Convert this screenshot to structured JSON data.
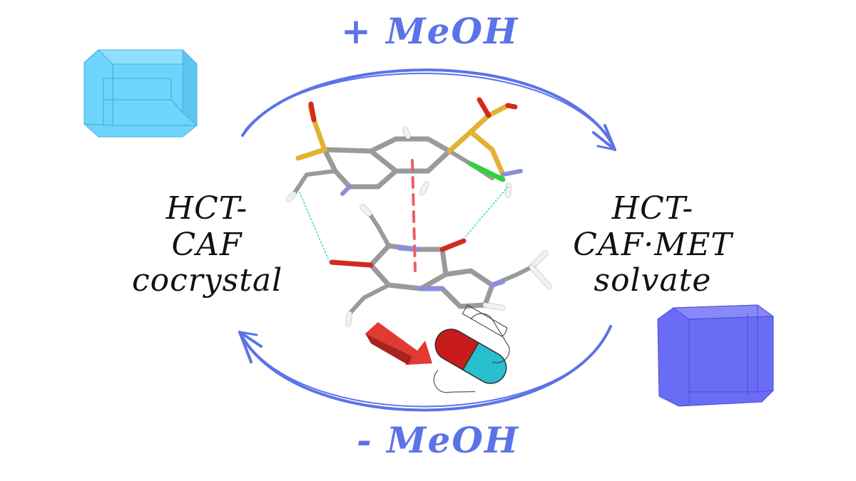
{
  "top_reaction": "+ MeOH",
  "bottom_reaction": "- MeOH",
  "left_label": {
    "line1": "HCT-CAF",
    "line2": "cocrystal"
  },
  "right_label": {
    "line1": "HCT-CAF·MET",
    "line2": "solvate"
  },
  "colors": {
    "arrow_blue": "#5b73e8",
    "crystal_left": "#6fd4fb",
    "crystal_right": "#6b6cf6",
    "carbon": "#9a9a9a",
    "nitrogen": "#8a8fd8",
    "oxygen": "#d42a1e",
    "sulfur": "#e3b234",
    "chlorine": "#2fd33a",
    "hydrogen": "#f2f2f2",
    "hbond": "#3fd8d8",
    "stacking": "#ee5f5f",
    "red_arrow": "#e03a31",
    "capsule_red": "#c81b1b",
    "capsule_teal": "#27c0cc"
  }
}
